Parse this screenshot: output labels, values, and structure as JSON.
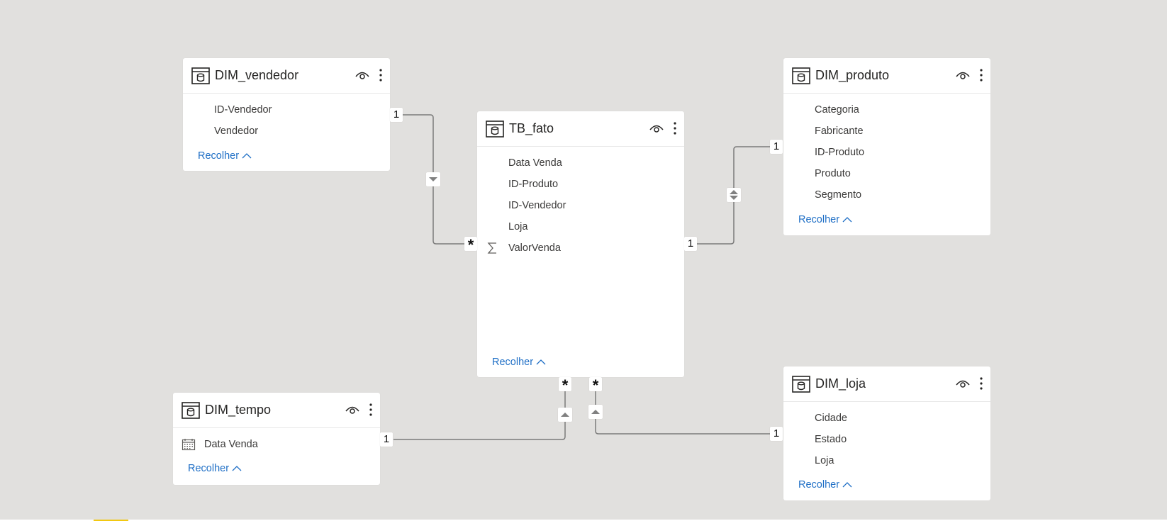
{
  "colors": {
    "canvas_bg": "#e1e0de",
    "card_bg": "#ffffff",
    "link": "#1f6fc6",
    "connector_line": "#7a7a7a",
    "page_tab_accent": "#f2c811"
  },
  "tables": {
    "dim_vendedor": {
      "title": "DIM_vendedor",
      "fields": [
        "ID-Vendedor",
        "Vendedor"
      ],
      "collapse_label": "Recolher"
    },
    "tb_fato": {
      "title": "TB_fato",
      "fields": [
        "Data Venda",
        "ID-Produto",
        "ID-Vendedor",
        "Loja",
        "ValorVenda"
      ],
      "field_icons": {
        "ValorVenda": "sigma-icon"
      },
      "collapse_label": "Recolher"
    },
    "dim_produto": {
      "title": "DIM_produto",
      "fields": [
        "Categoria",
        "Fabricante",
        "ID-Produto",
        "Produto",
        "Segmento"
      ],
      "collapse_label": "Recolher"
    },
    "dim_tempo": {
      "title": "DIM_tempo",
      "fields": [
        "Data Venda"
      ],
      "field_icons": {
        "Data Venda": "calendar-icon"
      },
      "collapse_label": "Recolher"
    },
    "dim_loja": {
      "title": "DIM_loja",
      "fields": [
        "Cidade",
        "Estado",
        "Loja"
      ],
      "collapse_label": "Recolher"
    }
  },
  "relationships": [
    {
      "from": "DIM_vendedor",
      "to": "TB_fato",
      "from_cardinality": "1",
      "to_cardinality": "*",
      "filter_direction": "single"
    },
    {
      "from": "DIM_produto",
      "to": "TB_fato",
      "from_cardinality": "1",
      "to_cardinality": "1",
      "filter_direction": "both"
    },
    {
      "from": "DIM_tempo",
      "to": "TB_fato",
      "from_cardinality": "1",
      "to_cardinality": "*",
      "filter_direction": "single"
    },
    {
      "from": "DIM_loja",
      "to": "TB_fato",
      "from_cardinality": "1",
      "to_cardinality": "*",
      "filter_direction": "single"
    }
  ],
  "labels": {
    "one": "1",
    "many": "*"
  }
}
